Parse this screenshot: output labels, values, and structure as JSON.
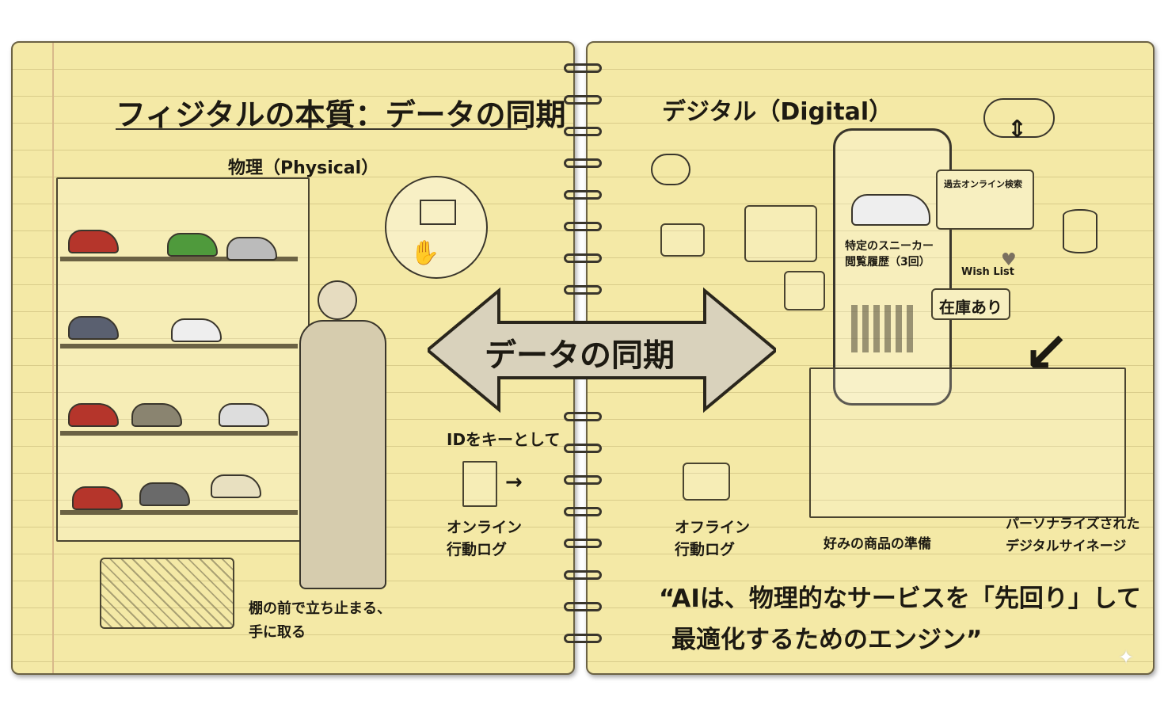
{
  "title": "フィジタルの本質：データの同期",
  "physical_label": "物理（Physical）",
  "digital_label": "デジタル（Digital）",
  "sync_arrow_label": "データの同期",
  "id_key_label": "IDをキーとして",
  "online_log": [
    "オンライン",
    "行動ログ"
  ],
  "offline_log": [
    "オフライン",
    "行動ログ"
  ],
  "shelf_caption": [
    "棚の前で立ち止まる、",
    "手に取る"
  ],
  "phone": {
    "history": [
      "特定のスニーカー",
      "閲覧履歴（3回）"
    ],
    "search_window": "過去オンライン検索",
    "wish_list": "Wish List",
    "stock_bubble": "在庫あり"
  },
  "store": {
    "prep_label": "好みの商品の準備",
    "signage_label": [
      "パーソナライズされた",
      "デジタルサイネージ"
    ]
  },
  "quote": [
    "“AIは、物理的なサービスを「先回り」して",
    "最適化するためのエンジン”"
  ],
  "colors": {
    "paper": "#f4e9a6",
    "ink": "#1d1a12",
    "red_shoe": "#b5352b",
    "green_shoe": "#4f9a3c"
  }
}
